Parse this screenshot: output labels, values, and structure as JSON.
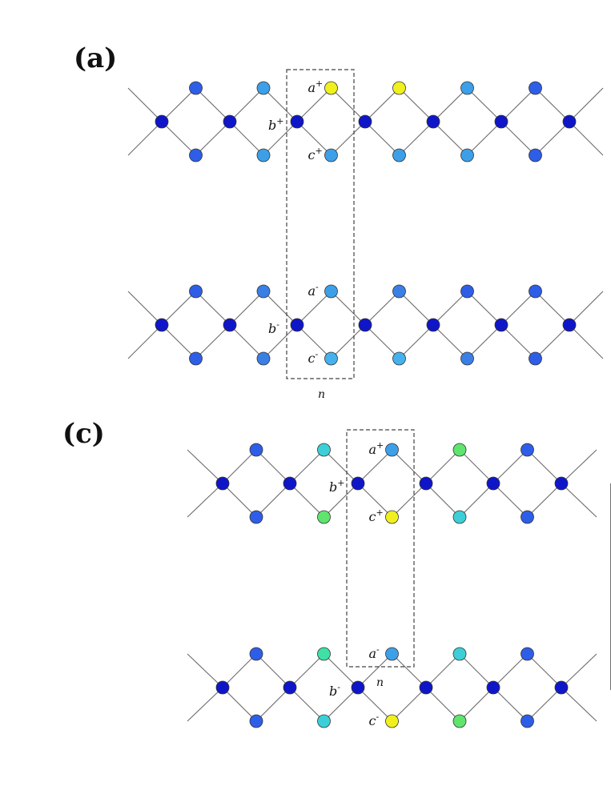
{
  "colors": {
    "dark_blue": "#0f16c8",
    "blue": "#2e5ee8",
    "medium_blue": "#3a7fe6",
    "light_blue": "#3d9fe8",
    "sky_blue": "#45b2ee",
    "cyan": "#3ccfd8",
    "teal_green": "#3fe0a6",
    "green": "#5fe46e",
    "yellow": "#f0f01e"
  },
  "panels": [
    {
      "label": "(a)",
      "cell_label": "n",
      "chains": [
        {
          "a": [
            "blue",
            "light_blue",
            "yellow",
            "yellow",
            "light_blue",
            "blue"
          ],
          "c": [
            "blue",
            "light_blue",
            "light_blue",
            "light_blue",
            "light_blue",
            "blue"
          ],
          "labels": {
            "a": "a",
            "b": "b",
            "c": "c",
            "sign": "+"
          }
        },
        {
          "a": [
            "blue",
            "medium_blue",
            "light_blue",
            "medium_blue",
            "blue",
            "blue"
          ],
          "c": [
            "blue",
            "medium_blue",
            "sky_blue",
            "sky_blue",
            "medium_blue",
            "blue"
          ],
          "labels": {
            "a": "a",
            "b": "b",
            "c": "c",
            "sign": "-"
          }
        }
      ]
    },
    {
      "label": "(c)",
      "cell_label": "n",
      "chains": [
        {
          "a": [
            "blue",
            "cyan",
            "light_blue",
            "green",
            "blue"
          ],
          "c": [
            "blue",
            "green",
            "yellow",
            "cyan",
            "blue"
          ],
          "labels": {
            "a": "a",
            "b": "b",
            "c": "c",
            "sign": "+"
          }
        },
        {
          "a": [
            "blue",
            "teal_green",
            "light_blue",
            "cyan",
            "blue"
          ],
          "c": [
            "blue",
            "cyan",
            "yellow",
            "green",
            "blue"
          ],
          "labels": {
            "a": "a",
            "b": "b",
            "c": "c",
            "sign": "-"
          }
        }
      ]
    }
  ]
}
